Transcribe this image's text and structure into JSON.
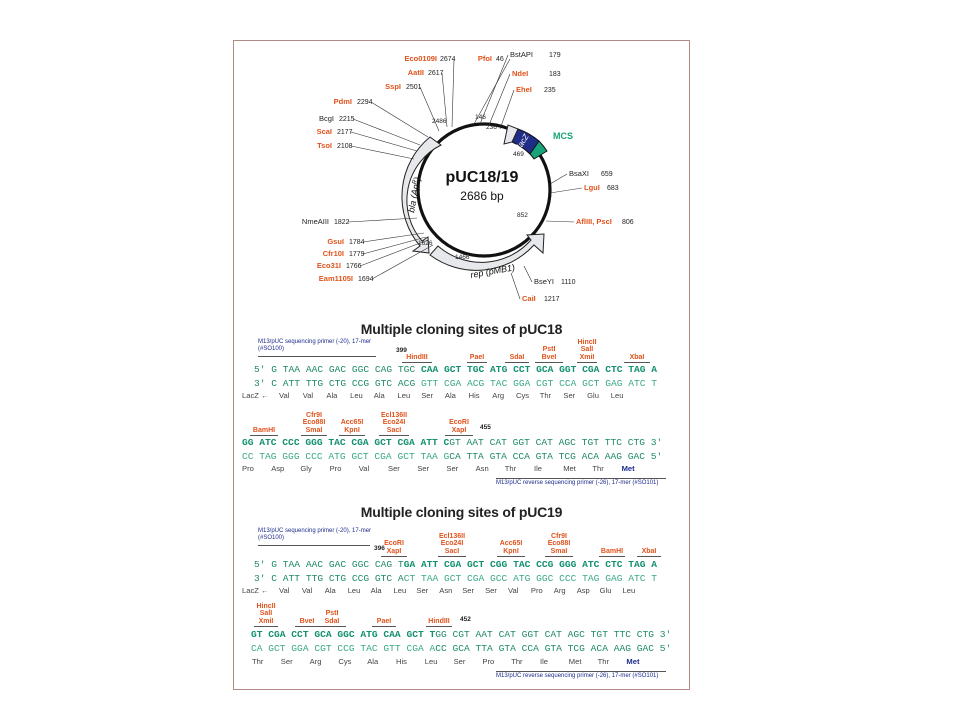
{
  "plasmid": {
    "name": "pUC18/19",
    "size": "2686 bp",
    "feature_labels": {
      "bla": "bla (Ap",
      "bla_sup": "R",
      "bla_close": ")",
      "lacz": "lacZ",
      "mcs": "MCS",
      "rep": "rep (pMB1)"
    },
    "positions": [
      "2486",
      "146",
      "236",
      "469",
      "852",
      "1466",
      "1626"
    ],
    "sites": [
      {
        "name": "Eco0109I",
        "pos": "2674",
        "color": "#e0531c"
      },
      {
        "name": "PfoI",
        "pos": "46",
        "color": "#e0531c"
      },
      {
        "name": "BstAPI",
        "pos": "179",
        "color": "#222222"
      },
      {
        "name": "AatII",
        "pos": "2617",
        "color": "#e0531c"
      },
      {
        "name": "NdeI",
        "pos": "183",
        "color": "#e0531c"
      },
      {
        "name": "SspI",
        "pos": "2501",
        "color": "#e0531c"
      },
      {
        "name": "EheI",
        "pos": "235",
        "color": "#e0531c"
      },
      {
        "name": "PdmI",
        "pos": "2294",
        "color": "#e0531c"
      },
      {
        "name": "BcgI",
        "pos": "2215",
        "color": "#222222"
      },
      {
        "name": "ScaI",
        "pos": "2177",
        "color": "#e0531c"
      },
      {
        "name": "TsoI",
        "pos": "2108",
        "color": "#e0531c"
      },
      {
        "name": "BsaXI",
        "pos": "659",
        "color": "#222222"
      },
      {
        "name": "LguI",
        "pos": "683",
        "color": "#e0531c"
      },
      {
        "name": "AflIII, PscI",
        "pos": "806",
        "color": "#e0531c"
      },
      {
        "name": "NmeAIII",
        "pos": "1822",
        "color": "#222222"
      },
      {
        "name": "GsuI",
        "pos": "1784",
        "color": "#e0531c"
      },
      {
        "name": "Cfr10I",
        "pos": "1779",
        "color": "#e0531c"
      },
      {
        "name": "Eco31I",
        "pos": "1766",
        "color": "#e0531c"
      },
      {
        "name": "Eam1105I",
        "pos": "1694",
        "color": "#e0531c"
      },
      {
        "name": "BseYI",
        "pos": "1110",
        "color": "#222222"
      },
      {
        "name": "CaiI",
        "pos": "1217",
        "color": "#e0531c"
      }
    ]
  },
  "puc18": {
    "title": "Multiple cloning sites of pUC18",
    "primer_fwd": "M13/pUC sequencing primer (-20), 17-mer\n(#SO100)",
    "primer_rev": "M13/pUC reverse sequencing primer (-26), 17-mer (#SO101)",
    "pos_a": "399",
    "pos_b": "455",
    "row1_enzymes": [
      "HindIII",
      "PaeI",
      "SdaI",
      "PstI\nBveI",
      "HincII\nSalI\nXmiI",
      "XbaI"
    ],
    "row1_top_a": "5′ G TAA AAC GAC GGC CAG TGC ",
    "row1_top_b": "CAA GCT TGC ATG CCT GCA GGT CGA CTC TAG A",
    "row1_bot_a": "3′ C ATT TTG CTG CCG GTC ACG ",
    "row1_bot_b": "GTT CGA ACG TAC GGA CGT CCA GCT GAG ATC T",
    "row1_aa": [
      "LacZ ←",
      "Val",
      "Val",
      "Ala",
      "Leu",
      "Ala",
      "Leu",
      "Ser",
      "Ala",
      "His",
      "Arg",
      "Cys",
      "Thr",
      "Ser",
      "Glu",
      "Leu"
    ],
    "row2_enzymes": [
      "BamHI",
      "Cfr9I\nEco88I\nSmaI",
      "Acc65I\nKpnI",
      "Ecl136II\nEco24I\nSacI",
      "EcoRI\nXapI"
    ],
    "row2_top_a": "GG ATC CCC GGG TAC CGA GCT CGA ATT C",
    "row2_top_b": "GT AAT CAT GGT CAT AGC TGT TTC CTG 3′",
    "row2_bot_a": "CC TAG GGG CCC ATG GCT CGA GCT TAA G",
    "row2_bot_b": "CA TTA GTA CCA GTA TCG ACA AAG GAC 5′",
    "row2_aa": [
      "Pro",
      "Asp",
      "Gly",
      "Pro",
      "Val",
      "Ser",
      "Ser",
      "Ser",
      "Asn",
      "Thr",
      "Ile",
      "Met",
      "Thr",
      "Met"
    ]
  },
  "puc19": {
    "title": "Multiple cloning sites of pUC19",
    "primer_fwd": "M13/pUC sequencing primer (-20), 17-mer\n(#SO100)",
    "primer_rev": "M13/pUC reverse sequencing primer (-26), 17-mer (#SO101)",
    "pos_a": "396",
    "pos_b": "452",
    "row1_enzymes": [
      "EcoRI\nXapI",
      "Ecl136II\nEco24I\nSacI",
      "Acc65I\nKpnI",
      "Cfr9I\nEco88I\nSmaI",
      "BamHI",
      "XbaI"
    ],
    "row1_top_a": "5′ G TAA AAC GAC GGC CAG T",
    "row1_top_b": "GA ATT CGA GCT CGG TAC CCG GGG ATC CTC TAG A",
    "row1_bot_a": "3′ C ATT TTG CTG CCG GTC A",
    "row1_bot_b": "CT TAA GCT CGA GCC ATG GGC CCC TAG GAG ATC T",
    "row1_aa": [
      "LacZ ←",
      "Val",
      "Val",
      "Ala",
      "Leu",
      "Ala",
      "Leu",
      "Ser",
      "Asn",
      "Ser",
      "Ser",
      "Val",
      "Pro",
      "Arg",
      "Asp",
      "Glu",
      "Leu"
    ],
    "row2_enzymes": [
      "HincII\nSalI\nXmiI",
      "BveI",
      "PstI\nSdaI",
      "PaeI",
      "HindIII"
    ],
    "row2_top_a": "GT CGA CCT GCA GGC ATG CAA GCT T",
    "row2_top_b": "GG CGT AAT CAT GGT CAT AGC TGT TTC CTG 3′",
    "row2_bot_a": "CA GCT GGA CGT CCG TAC GTT CGA A",
    "row2_bot_b": "CC GCA TTA GTA CCA GTA TCG ACA AAG GAC 5′",
    "row2_aa": [
      "Thr",
      "Ser",
      "Arg",
      "Cys",
      "Ala",
      "His",
      "Leu",
      "Ser",
      "Pro",
      "Thr",
      "Ile",
      "Met",
      "Thr",
      "Met"
    ]
  }
}
